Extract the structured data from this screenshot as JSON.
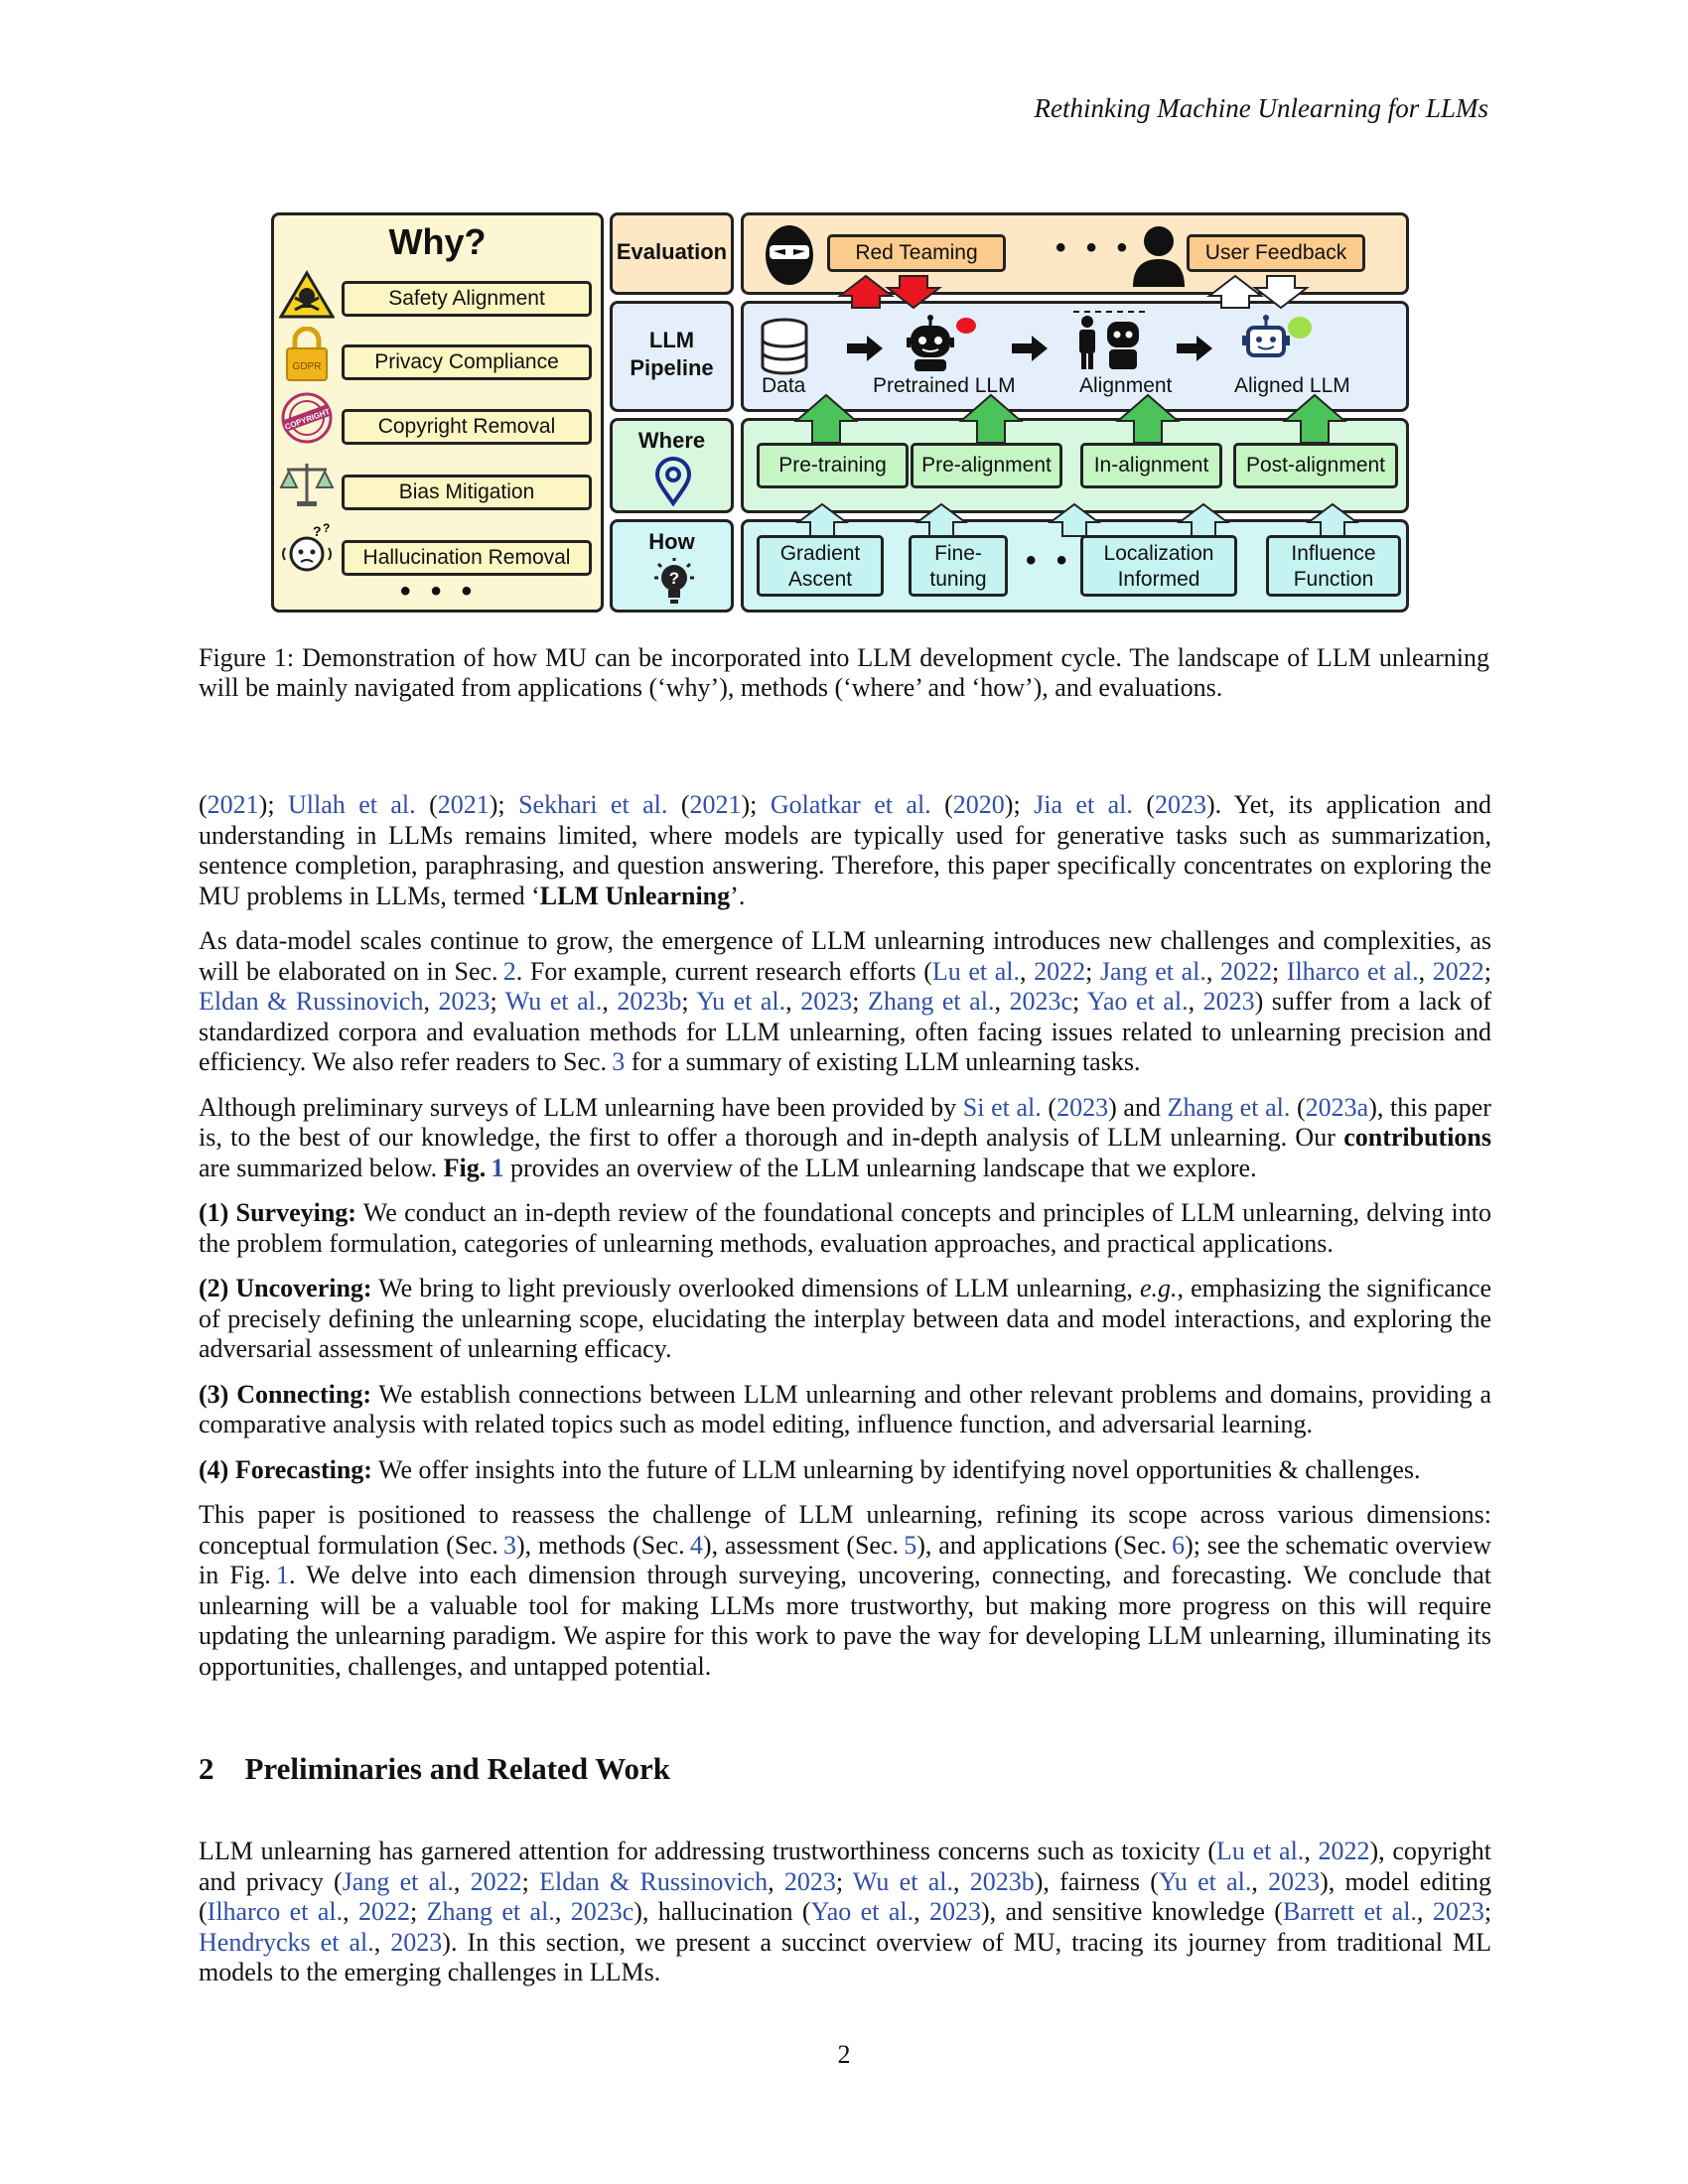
{
  "header": {
    "running_head": "Rethinking Machine Unlearning for LLMs"
  },
  "figure": {
    "why": {
      "title": "Why?",
      "items": [
        "Safety Alignment",
        "Privacy Compliance",
        "Copyright Removal",
        "Bias Mitigation",
        "Hallucination Removal"
      ],
      "more": "• • •",
      "icon_text": {
        "gdpr": "GDPR",
        "copyright": "COPYRIGHT"
      }
    },
    "row_labels": {
      "evaluation": "Evaluation",
      "llm_pipeline_1": "LLM",
      "llm_pipeline_2": "Pipeline",
      "where": "Where",
      "how": "How"
    },
    "evaluation": {
      "red_teaming": "Red Teaming",
      "more": "• • •",
      "user_feedback": "User Feedback"
    },
    "pipeline": {
      "data": "Data",
      "pretrained": "Pretrained LLM",
      "alignment": "Alignment",
      "aligned": "Aligned LLM"
    },
    "where": [
      "Pre-training",
      "Pre-alignment",
      "In-alignment",
      "Post-alignment"
    ],
    "how": {
      "gradient_1": "Gradient",
      "gradient_2": "Ascent",
      "fine_1": "Fine-",
      "fine_2": "tuning",
      "more": "• • •",
      "local_1": "Localization",
      "local_2": "Informed",
      "influence_1": "Influence",
      "influence_2": "Function"
    },
    "caption": "Figure 1:  Demonstration of how MU can be incorporated into LLM development cycle.  The landscape of LLM unlearning will be mainly navigated from applications (‘why’), methods (‘where’ and ‘how’), and evaluations."
  },
  "paragraphs": {
    "p1": {
      "c1": "2021",
      "t1": "); ",
      "c2": "Ullah et al.",
      "t2": " (",
      "c3": "2021",
      "t3": "); ",
      "c4": "Sekhari et al.",
      "t4": " (",
      "c5": "2021",
      "t5": "); ",
      "c6": "Golatkar et al.",
      "t6": " (",
      "c7": "2020",
      "t7": "); ",
      "c8": "Jia et al.",
      "t8": " (",
      "c9": "2023",
      "t9": ").  Yet, its application and understanding in LLMs remains limited, where models are typically used for generative tasks such as summarization, sentence completion, paraphrasing, and question answering. Therefore, this paper specifically concentrates on exploring the MU problems in LLMs, termed ‘",
      "bold": "LLM Unlearning",
      "t10": "’."
    },
    "p2": {
      "t1": "As data-model scales continue to grow, the emergence of LLM unlearning introduces new challenges and complexities, as will be elaborated on in Sec.",
      "sec": "2",
      "t2": ". For example, current research efforts (",
      "c1": "Lu et al.",
      "c2": "2022",
      "c3": "Jang et al.",
      "c4": "2022",
      "c5": "Ilharco et al.",
      "c6": "2022",
      "c7": "Eldan & Russinovich",
      "c8": "2023",
      "c9": "Wu et al.",
      "c10": "2023b",
      "c11": "Yu et al.",
      "c12": "2023",
      "c13": "Zhang et al.",
      "c14": "2023c",
      "c15": "Yao et al.",
      "c16": "2023",
      "t3": ") suffer from a lack of standardized corpora and evaluation methods for LLM unlearning, often facing issues related to unlearning precision and efficiency. We also refer readers to Sec.",
      "sec2": "3",
      "t4": " for a summary of existing LLM unlearning tasks."
    },
    "p3": {
      "t1": "Although preliminary surveys of LLM unlearning have been provided by ",
      "c1": "Si et al.",
      "c2": "2023",
      "t2": ") and ",
      "c3": "Zhang et al.",
      "c4": "2023a",
      "t3": "), this paper is, to the best of our knowledge, the first to offer a thorough and in-depth analysis of LLM unlearning. Our ",
      "bold": "contributions",
      "t4": " are summarized below. ",
      "bold2": "Fig.",
      "fig": "1",
      "t5": " provides an overview of the LLM unlearning landscape that we explore."
    },
    "c1": {
      "label": "(1) Surveying:",
      "text": " We conduct an in-depth review of the foundational concepts and principles of LLM unlearning, delving into the problem formulation, categories of unlearning methods, evaluation approaches, and practical applications."
    },
    "c2": {
      "label": "(2) Uncovering:",
      "t1": " We bring to light previously overlooked dimensions of LLM unlearning, ",
      "em": "e.g.",
      "t2": ", emphasizing the significance of precisely defining the unlearning scope, elucidating the interplay between data and model interactions, and exploring the adversarial assessment of unlearning efficacy."
    },
    "c3": {
      "label": "(3) Connecting:",
      "text": " We establish connections between LLM unlearning and other relevant problems and domains, providing a comparative analysis with related topics such as model editing, influence function, and adversarial learning."
    },
    "c4": {
      "label": "(4) Forecasting:",
      "text": " We offer insights into the future of LLM unlearning by identifying novel opportunities & challenges."
    },
    "p4": {
      "t1": "This paper is positioned to reassess the challenge of LLM unlearning, refining its scope across various dimensions: conceptual formulation (Sec.",
      "s1": "3",
      "t2": "), methods (Sec.",
      "s2": "4",
      "t3": "), assessment (Sec.",
      "s3": "5",
      "t4": "), and applications (Sec.",
      "s4": "6",
      "t5": "); see the schematic overview in Fig.",
      "f1": "1",
      "t6": ". We delve into each dimension through surveying, uncovering, connecting, and forecasting. We conclude that unlearning will be a valuable tool for making LLMs more trustworthy, but making more progress on this will require updating the unlearning paradigm. We aspire for this work to pave the way for developing LLM unlearning, illuminating its opportunities, challenges, and untapped potential."
    }
  },
  "section": {
    "number": "2",
    "title": "Preliminaries and Related Work"
  },
  "p5": {
    "t1": "LLM unlearning has garnered attention for addressing trustworthiness concerns such as toxicity (",
    "c1": "Lu et al.",
    "c2": "2022",
    "t2": "), copyright and privacy (",
    "c3": "Jang et al.",
    "c4": "2022",
    "c5": "Eldan & Russinovich",
    "c6": "2023",
    "c7": "Wu et al.",
    "c8": "2023b",
    "t3": "), fairness (",
    "c9": "Yu et al.",
    "c10": "2023",
    "t4": "), model editing (",
    "c11": "Ilharco et al.",
    "c12": "2022",
    "c13": "Zhang et al.",
    "c14": "2023c",
    "t5": "), hallucination (",
    "c15": "Yao et al.",
    "c16": "2023",
    "t6": "), and sensitive knowledge (",
    "c17": "Barrett et al.",
    "c18": "2023",
    "c19": "Hendrycks et al.",
    "c20": "2023",
    "t7": "). In this section, we present a succinct overview of MU, tracing its journey from traditional ML models to the emerging challenges in LLMs."
  },
  "footer": {
    "page_number": "2"
  }
}
